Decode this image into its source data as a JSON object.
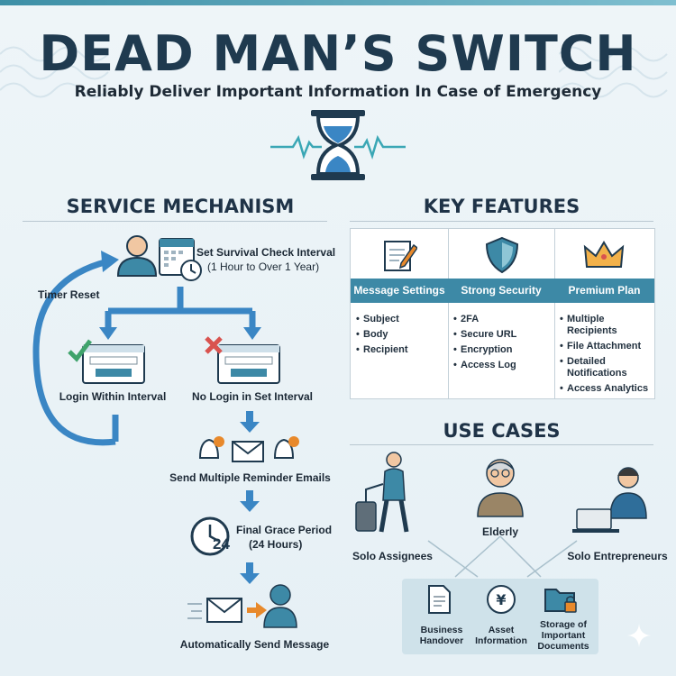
{
  "header": {
    "title": "DEAD MAN’S SWITCH",
    "subtitle": "Reliably Deliver Important Information In Case of Emergency"
  },
  "mechanism": {
    "section_title": "SERVICE MECHANISM",
    "step_set_interval": "Set Survival Check Interval",
    "step_set_interval_range": "(1 Hour to Over 1 Year)",
    "timer_reset": "Timer Reset",
    "login_within": "Login Within Interval",
    "no_login": "No Login in Set Interval",
    "reminders": "Send Multiple Reminder Emails",
    "grace": "Final Grace Period",
    "grace_hours": "(24 Hours)",
    "grace_number": "24",
    "auto_send": "Automatically Send Message"
  },
  "features": {
    "section_title": "KEY FEATURES",
    "columns": [
      {
        "header": "Message Settings",
        "icon": "pencil-paper-icon",
        "items": [
          "Subject",
          "Body",
          "Recipient"
        ]
      },
      {
        "header": "Strong Security",
        "icon": "shield-icon",
        "items": [
          "2FA",
          "Secure URL",
          "Encryption",
          "Access Log"
        ]
      },
      {
        "header": "Premium Plan",
        "icon": "crown-icon",
        "items": [
          "Multiple Recipients",
          "File Attachment",
          "Detailed Notifications",
          "Access Analytics"
        ]
      }
    ]
  },
  "use_cases": {
    "section_title": "USE CASES",
    "people": [
      "Solo Assignees",
      "Elderly",
      "Solo Entrepreneurs"
    ],
    "categories": [
      {
        "label": "Business Handover",
        "icon": "document-icon"
      },
      {
        "label": "Asset Information",
        "icon": "yen-coin-icon"
      },
      {
        "label": "Storage of Important Documents",
        "icon": "locked-folder-icon"
      }
    ]
  },
  "colors": {
    "accent": "#3d89a6",
    "dark": "#1f3a4f",
    "arrow": "#3a86c4",
    "check": "#3fa36b",
    "cross": "#d9534f",
    "warn": "#e8892b"
  }
}
